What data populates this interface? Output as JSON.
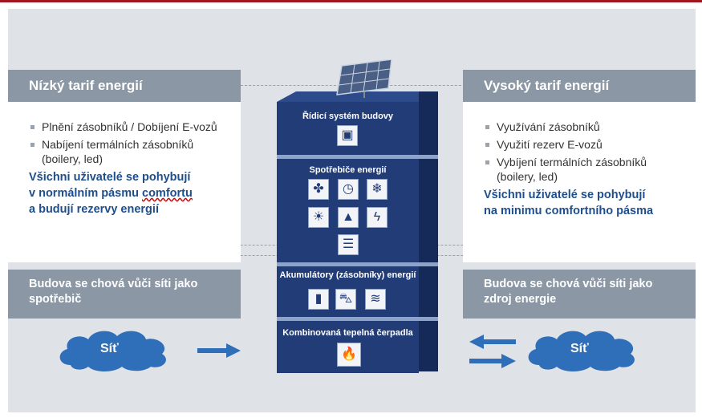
{
  "left": {
    "header": "Nízký tarif energií",
    "items": [
      "Plnění zásobníků / Dobíjení E-vozů",
      "Nabíjení termálních zásobníků (boilery, led)"
    ],
    "emphasis_1": "Všichni uživatelé se pohybují",
    "emphasis_2a": "v normálním pásmu ",
    "emphasis_2b": "comfortu",
    "emphasis_3": "a budují rezervy energií",
    "box_line1": "Budova se chová vůči síti jako",
    "box_line2": "spotřebič",
    "cloud": "Síť"
  },
  "right": {
    "header": "Vysoký tarif energií",
    "items": [
      "Využívání zásobníků",
      "Využití rezerv E-vozů",
      "Vybíjení termálních zásobníků (boilery, led)"
    ],
    "emphasis_1": "Všichni uživatelé se pohybují",
    "emphasis_2": "na minimu comfortního pásma",
    "box_line1": "Budova se chová vůči síti jako",
    "box_line2": "zdroj energie",
    "cloud": "Síť"
  },
  "tower": {
    "seg1": "Řídicí systém budovy",
    "seg2": "Spotřebiče energií",
    "seg3": "Akumulátory (zásobníky) energií",
    "seg4": "Kombinovaná tepelná čerpadla"
  },
  "colors": {
    "accent_red": "#a01520",
    "header_gray": "#8b97a5",
    "tower_blue": "#223c78",
    "text_blue": "#1f4e8c",
    "cloud_blue": "#2f6eb8"
  }
}
